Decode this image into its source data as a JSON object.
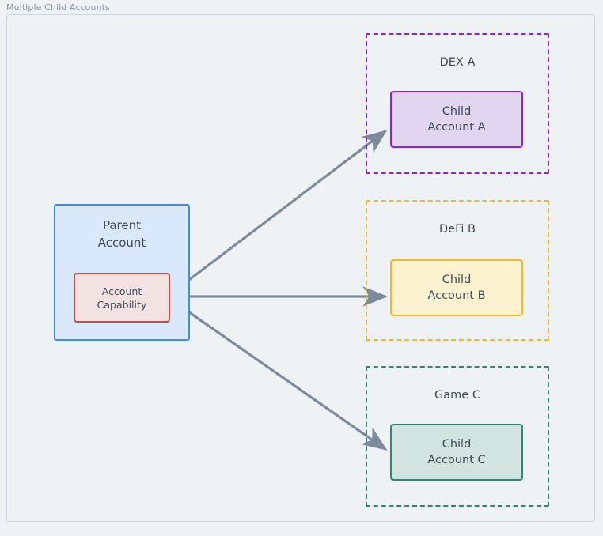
{
  "caption": "Multiple Child Accounts",
  "colors": {
    "page_background": "#eef2f5",
    "canvas_border": "#ccd5df",
    "text": "#3f4a56",
    "caption_text": "#8595a6",
    "arrow": "#7c8b9c",
    "parent_fill": "#dae8fc",
    "parent_border": "#3d8fdd",
    "capability_fill": "#f2e2e2",
    "capability_border": "#b85450",
    "dex_a_accent": "#8e24cc",
    "dex_a_fill": "#e1d5f0",
    "defi_b_accent": "#f2b925",
    "defi_b_fill": "#fdf2d0",
    "game_c_accent": "#2e8670",
    "game_c_fill": "#d2e4df"
  },
  "parent": {
    "title": "Parent\nAccount",
    "capability_label": "Account\nCapability"
  },
  "groups": [
    {
      "id": "dex-a",
      "title": "DEX A",
      "child_label": "Child\nAccount A",
      "accent": "#8e24cc"
    },
    {
      "id": "defi-b",
      "title": "DeFi B",
      "child_label": "Child\nAccount B",
      "accent": "#f2b925"
    },
    {
      "id": "game-c",
      "title": "Game C",
      "child_label": "Child\nAccount C",
      "accent": "#2e8670"
    }
  ],
  "edges": [
    {
      "id": "capability-to-child-a",
      "from": "account-capability",
      "to": "child-account-a",
      "style": "solid-arrow"
    },
    {
      "id": "capability-to-child-b",
      "from": "account-capability",
      "to": "child-account-b",
      "style": "solid-arrow"
    },
    {
      "id": "capability-to-child-c",
      "from": "account-capability",
      "to": "child-account-c",
      "style": "solid-arrow"
    }
  ]
}
